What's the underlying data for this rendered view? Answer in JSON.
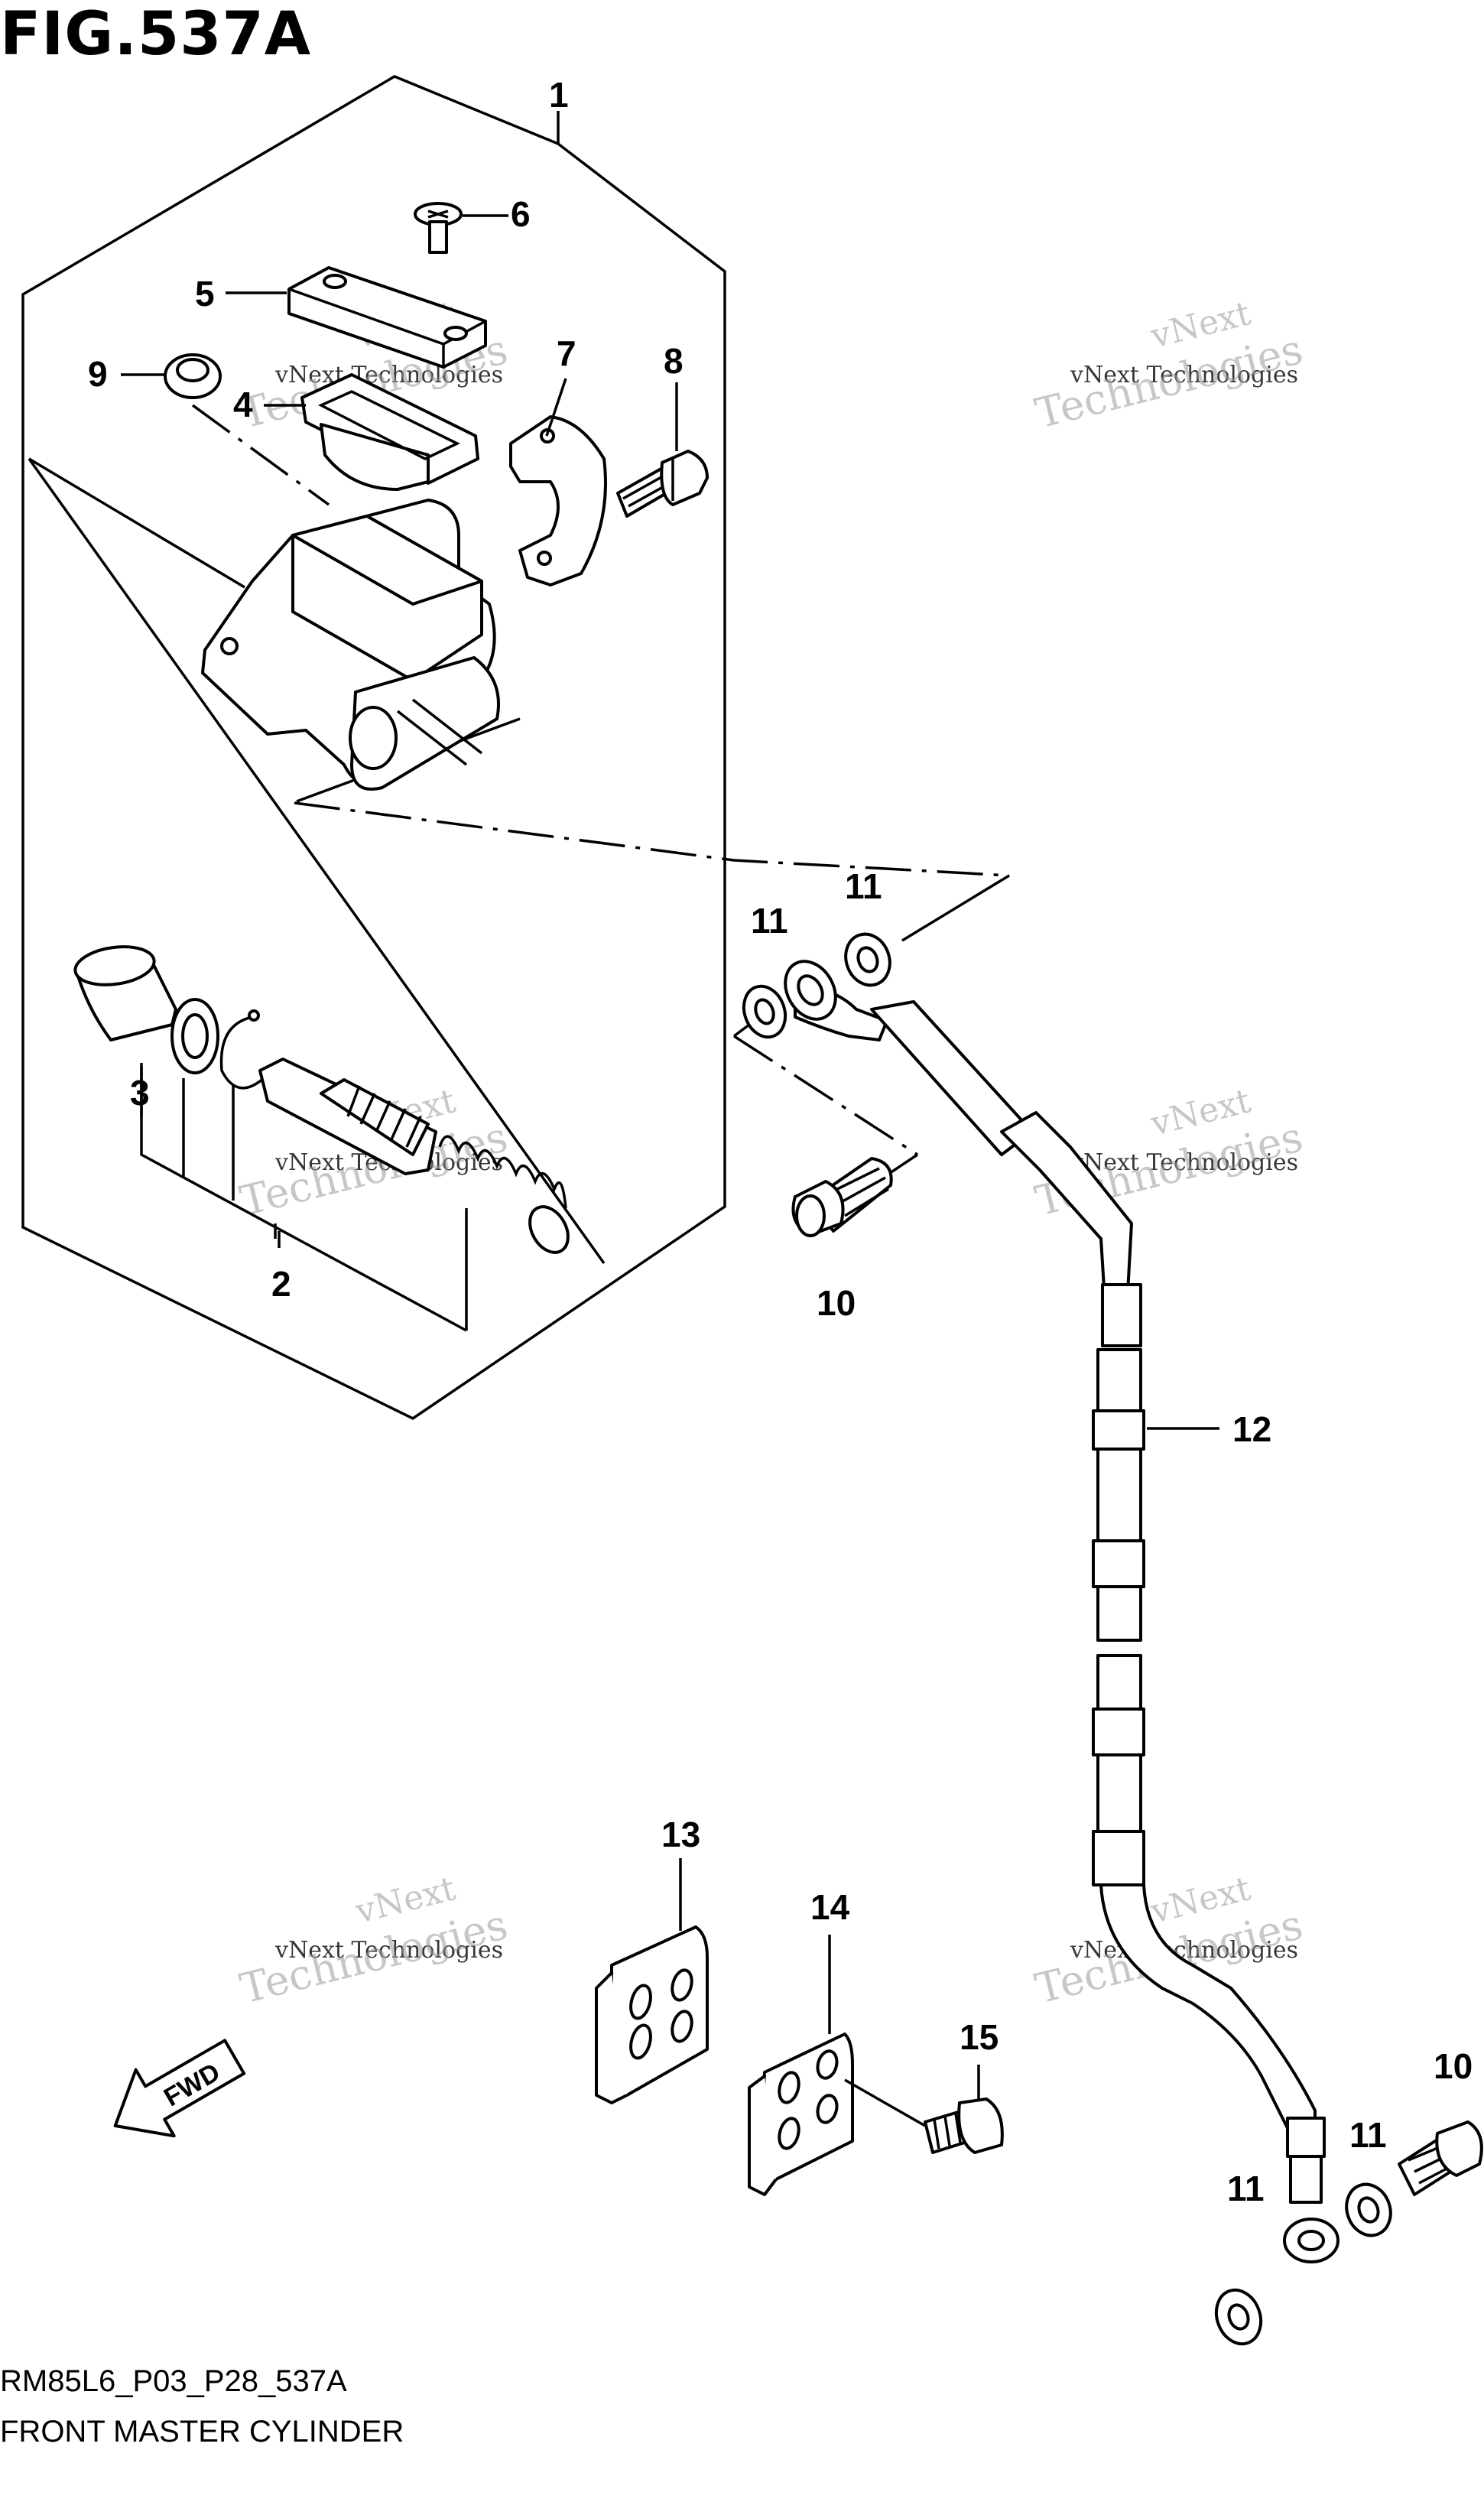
{
  "figure": {
    "title": "FIG.537A",
    "code": "RM85L6_P03_P28_537A",
    "caption": "FRONT MASTER CYLINDER"
  },
  "watermark": {
    "line1": "vNext",
    "line2": "vNext Technologies",
    "line3": "Technologies"
  },
  "fwd_label": "FWD",
  "callouts": [
    "1",
    "2",
    "3",
    "4",
    "5",
    "6",
    "7",
    "8",
    "9",
    "10",
    "10",
    "11",
    "11",
    "11",
    "11",
    "12",
    "13",
    "14",
    "15"
  ]
}
